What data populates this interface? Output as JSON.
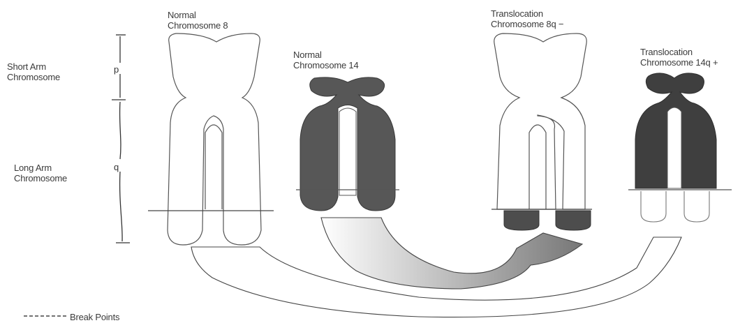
{
  "labels": {
    "normal_8": [
      "Normal",
      "Chromosome 8"
    ],
    "normal_14": [
      "Normal",
      "Chromosome 14"
    ],
    "trans_8q": [
      "Translocation",
      "Chromosome 8q −"
    ],
    "trans_14q": [
      "Translocation",
      "Chromosome 14q +"
    ],
    "short_arm": [
      "Short Arm",
      "Chromosome"
    ],
    "long_arm": [
      "Long Arm",
      "Chromosome"
    ],
    "arm_p": "p",
    "arm_q": "q",
    "break_points": "Break Points"
  },
  "colors": {
    "outline": "#444444",
    "dark_fill": "#4a4a4a",
    "mid_fill": "#8a8a8a"
  }
}
